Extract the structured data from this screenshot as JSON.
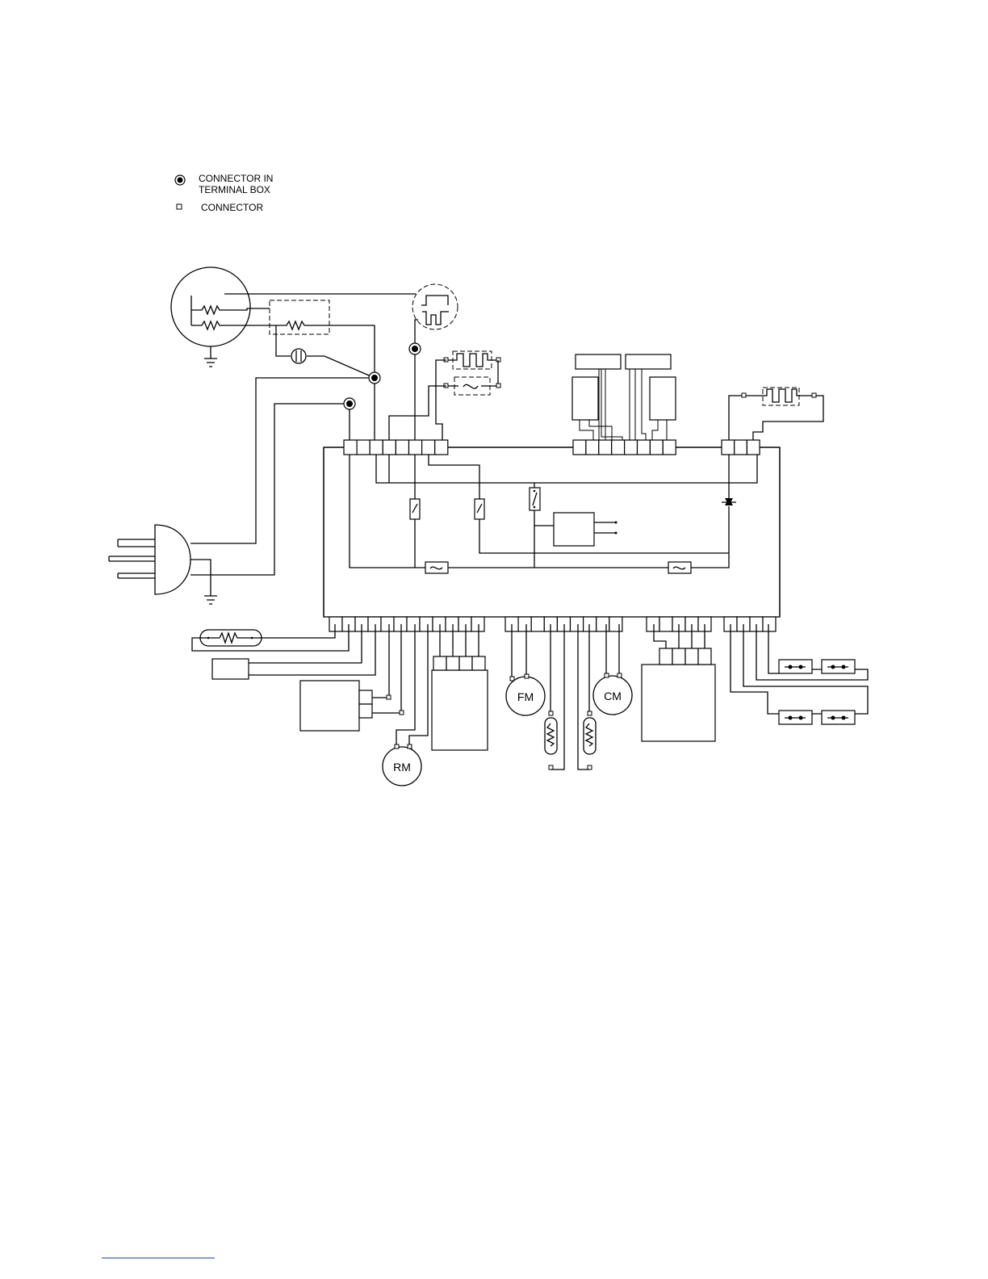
{
  "legend": {
    "terminal_box_line1": "CONNECTOR IN",
    "terminal_box_line2": "TERMINAL BOX",
    "connector": "CONNECTOR"
  },
  "motors": {
    "fan": "FM",
    "compressor": "CM",
    "rotary": "RM"
  }
}
